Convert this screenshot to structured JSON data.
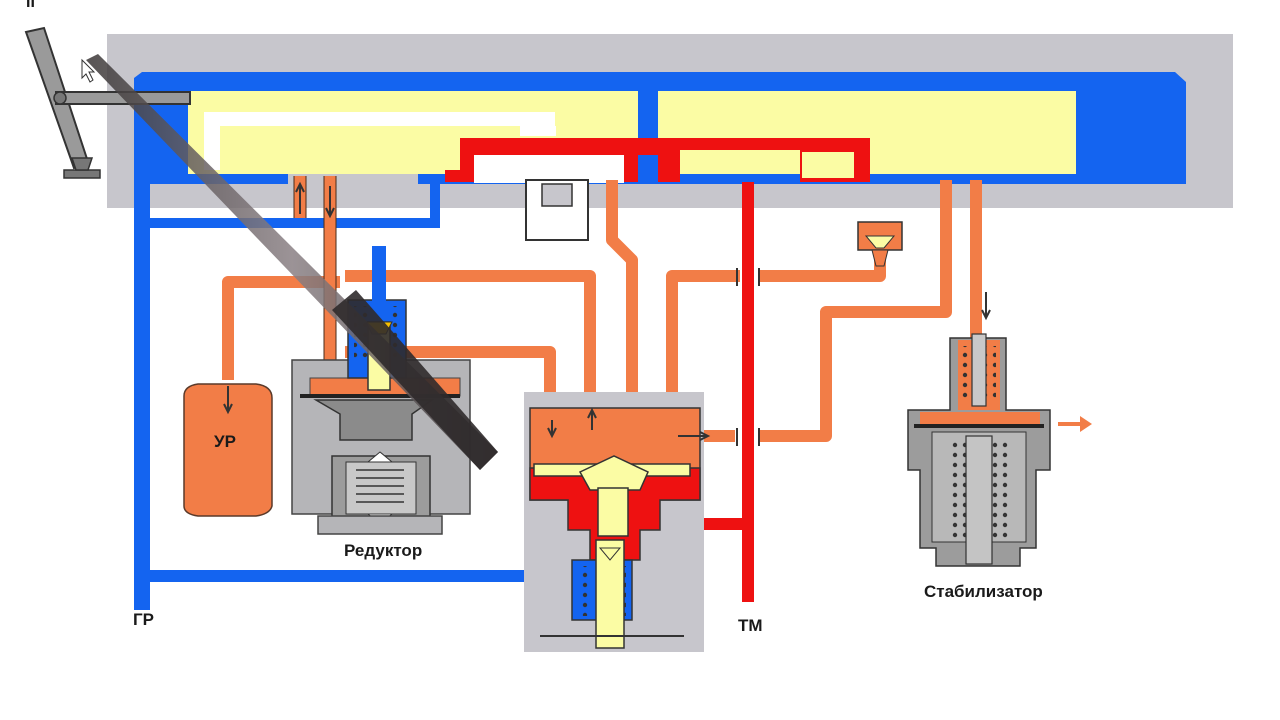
{
  "labels": {
    "corner": "II",
    "ur": "УР",
    "reductor": "Редуктор",
    "stabilizer": "Стабилизатор",
    "gr": "ГР",
    "tm": "ТМ"
  },
  "colors": {
    "main_reservoir_blue": "#1464f0",
    "equalizing_orange": "#f27d47",
    "brake_pipe_red": "#ee1111",
    "control_yellow": "#fbfca4",
    "body_gray": "#c7c6cc",
    "valve_gray": "#9c9c9c"
  },
  "icons": {
    "handle": "driver-handle-icon",
    "outlet_arrow": "arrow-right-icon",
    "cursor": "mouse-pointer-icon"
  }
}
